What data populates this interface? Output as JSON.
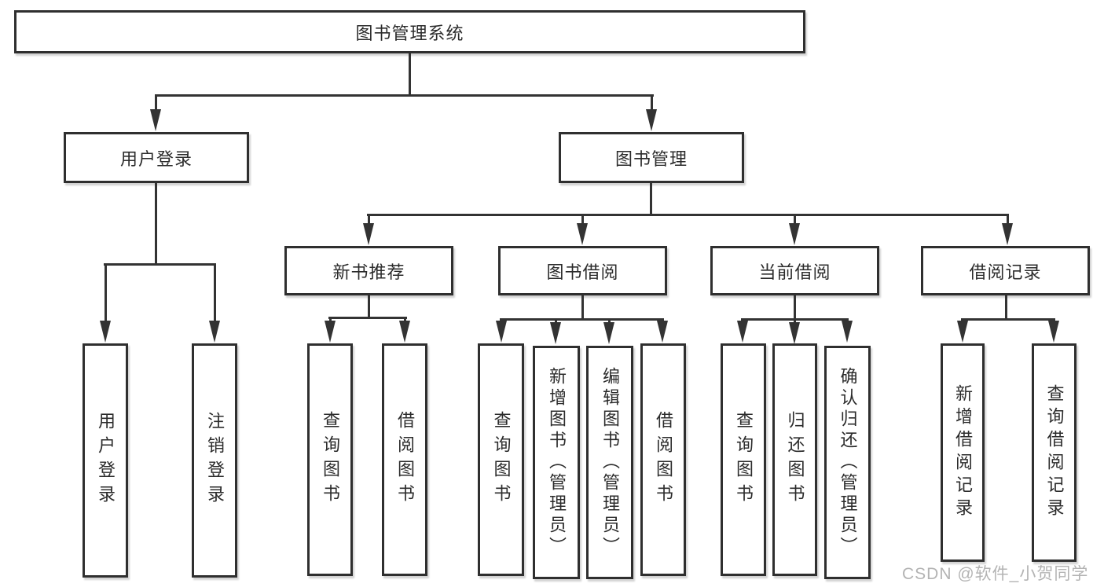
{
  "root": {
    "label": "图书管理系统"
  },
  "branches": {
    "user": {
      "label": "用户登录",
      "children": [
        "用户登录",
        "注销登录"
      ]
    },
    "mgmt": {
      "label": "图书管理",
      "sections": {
        "new_book": {
          "label": "新书推荐",
          "children": [
            "查询图书",
            "借阅图书"
          ]
        },
        "borrow": {
          "label": "图书借阅",
          "children": [
            "查询图书",
            "新增图书（管理员）",
            "编辑图书（管理员）",
            "借阅图书"
          ]
        },
        "current": {
          "label": "当前借阅",
          "children": [
            "查询图书",
            "归还图书",
            "确认归还（管理员）"
          ]
        },
        "records": {
          "label": "借阅记录",
          "children": [
            "新增借阅记录",
            "查询借阅记录"
          ]
        }
      }
    }
  },
  "watermark": "CSDN @软件_小贺同学",
  "colors": {
    "line": "#333333",
    "text": "#2b2b2b",
    "watermark": "#b3b3b3",
    "background": "#ffffff"
  }
}
